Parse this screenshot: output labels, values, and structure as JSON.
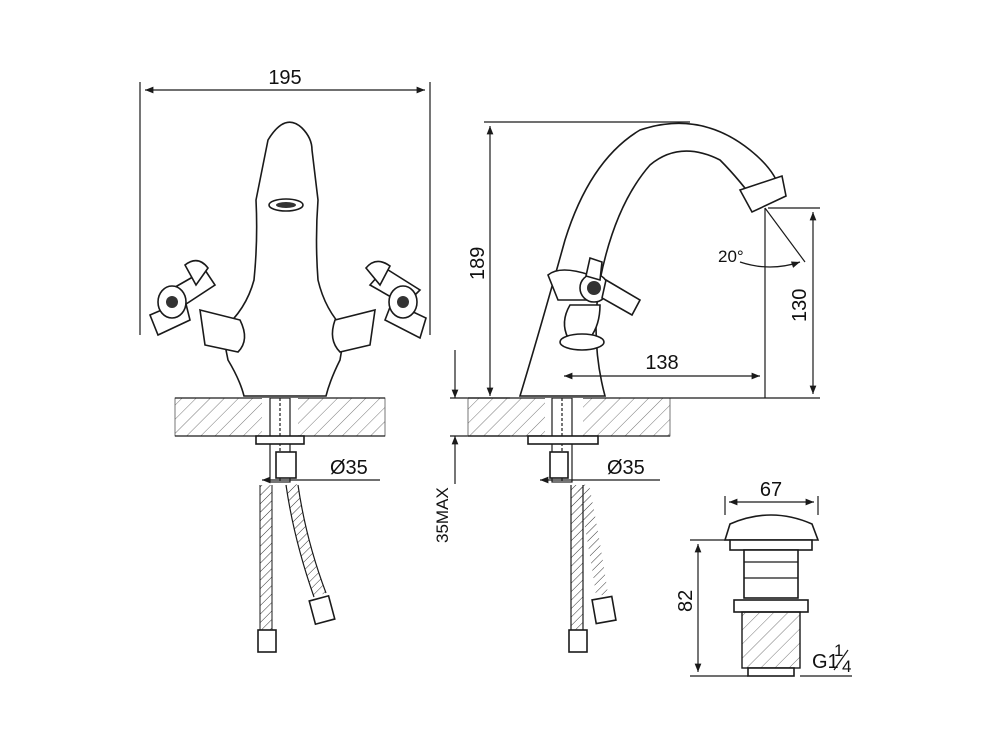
{
  "front_view": {
    "width_label": "195",
    "hole_label": "Ø35",
    "thickness_label": "35MAX"
  },
  "side_view": {
    "height_label": "189",
    "spout_height_label": "130",
    "reach_label": "138",
    "angle_label": "20°",
    "hole_label": "Ø35"
  },
  "drain_view": {
    "width_label": "67",
    "height_label": "82",
    "thread_label": "G1",
    "thread_fraction_num": "1",
    "thread_fraction_den": "4"
  }
}
